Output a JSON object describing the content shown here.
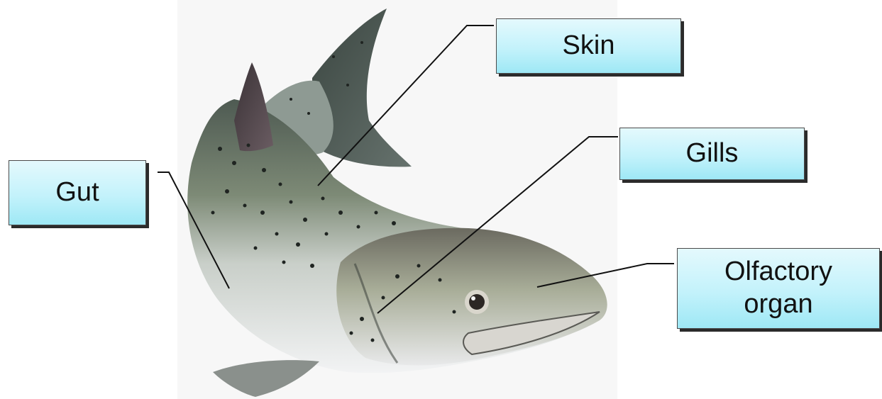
{
  "labels": {
    "skin": "Skin",
    "gills": "Gills",
    "gut": "Gut",
    "olfactory_line1": "Olfactory",
    "olfactory_line2": "organ"
  },
  "colors": {
    "label_fill": "#c3f2fb",
    "label_border": "#4a4a4a",
    "leader_line": "#111111"
  }
}
